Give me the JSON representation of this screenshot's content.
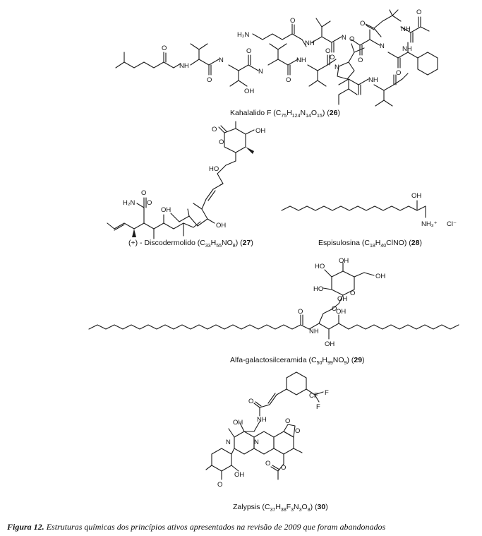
{
  "compounds": [
    {
      "id": "26",
      "name": "Kahalalido F",
      "formula_parts": [
        {
          "t": "C"
        },
        {
          "s": "75"
        },
        {
          "t": "H"
        },
        {
          "s": "124"
        },
        {
          "t": "N"
        },
        {
          "s": "14"
        },
        {
          "t": "O"
        },
        {
          "s": "15"
        }
      ],
      "atom_labels": [
        "H₂N",
        "NH",
        "N",
        "N",
        "NH",
        "N",
        "NH",
        "OH",
        "N",
        "N",
        "NH",
        "O",
        "O",
        "O",
        "O",
        "O",
        "O",
        "O",
        "O",
        "O",
        "O",
        "O",
        "O",
        "NH",
        "NH"
      ]
    },
    {
      "id": "27",
      "name": "(+) - Discodermolido",
      "formula_parts": [
        {
          "t": "C"
        },
        {
          "s": "33"
        },
        {
          "t": "H"
        },
        {
          "s": "55"
        },
        {
          "t": "N"
        },
        {
          "t": "O"
        },
        {
          "s": "8"
        }
      ],
      "atom_labels": [
        "O",
        "O",
        "OH",
        "HO",
        "OH",
        "OH",
        "O",
        "H₂N",
        "O"
      ]
    },
    {
      "id": "28",
      "name": "Espisulosina",
      "formula_parts": [
        {
          "t": "C"
        },
        {
          "s": "18"
        },
        {
          "t": "H"
        },
        {
          "s": "40"
        },
        {
          "t": "ClNO"
        }
      ],
      "atom_labels": [
        "OH",
        "NH₃⁺",
        "Cl⁻"
      ]
    },
    {
      "id": "29",
      "name": "Alfa-galactosilceramida",
      "formula_parts": [
        {
          "t": "C"
        },
        {
          "s": "50"
        },
        {
          "t": "H"
        },
        {
          "s": "99"
        },
        {
          "t": "N"
        },
        {
          "t": "O"
        },
        {
          "s": "9"
        }
      ],
      "atom_labels": [
        "HO",
        "OH",
        "HO",
        "OH",
        "OH",
        "O",
        "O",
        "O",
        "NH",
        "OH",
        "OH"
      ]
    },
    {
      "id": "30",
      "name": "Zalypsis",
      "formula_parts": [
        {
          "t": "C"
        },
        {
          "s": "37"
        },
        {
          "t": "H"
        },
        {
          "s": "38"
        },
        {
          "t": "F"
        },
        {
          "s": "3"
        },
        {
          "t": "N"
        },
        {
          "s": "3"
        },
        {
          "t": "O"
        },
        {
          "s": "8"
        }
      ],
      "atom_labels": [
        "CF",
        "F",
        "F",
        "O",
        "NH",
        "OH",
        "N",
        "N",
        "O",
        "O",
        "O",
        "O",
        "OH",
        "O"
      ]
    }
  ],
  "figure_caption": {
    "label": "Figura 12.",
    "text": " Estruturas químicas dos princípios ativos apresentados na revisão de 2009 que foram abandonados"
  }
}
